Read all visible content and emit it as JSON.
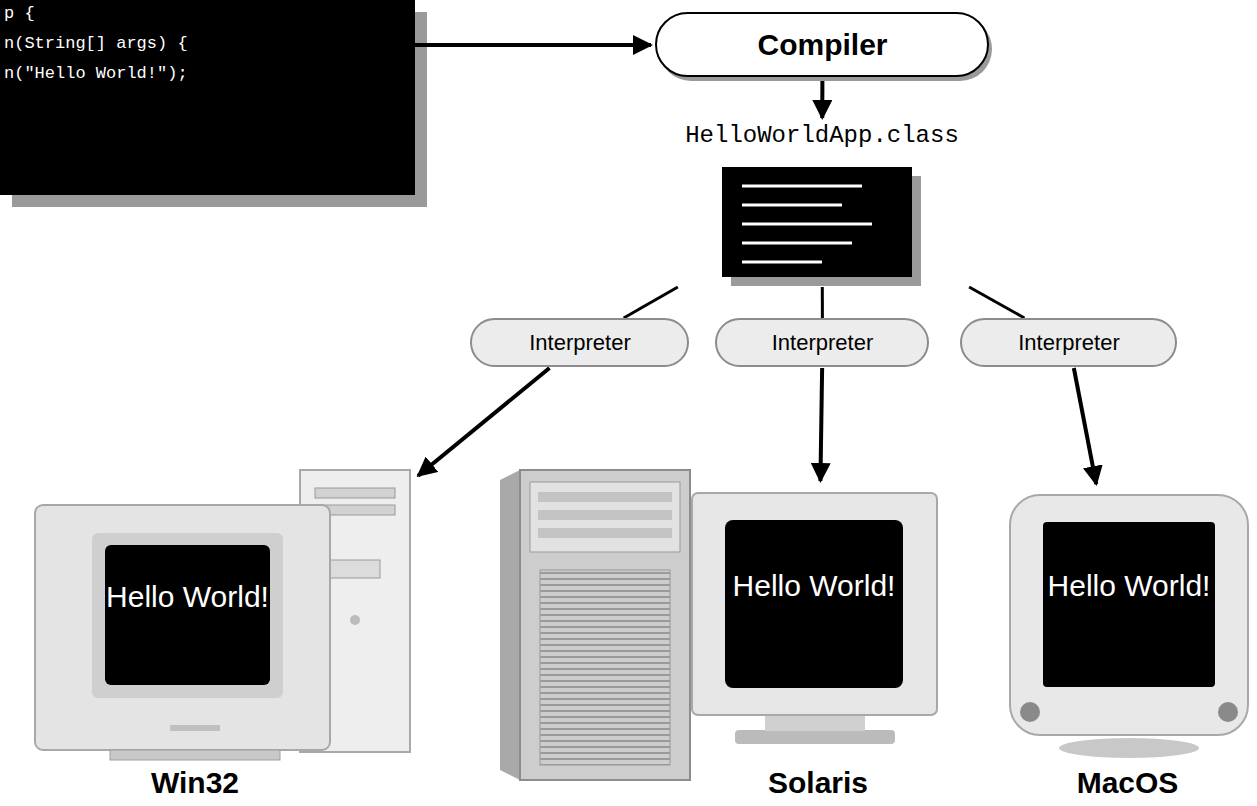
{
  "diagram": {
    "nodes": [
      {
        "text": [
          "p {",
          "n(String[] args) {",
          "n(\"Hello World!\");"
        ]
      },
      {
        "text": [
          "Compiler"
        ]
      },
      {
        "text": [
          "HelloWorldApp.class"
        ]
      },
      {
        "text": [
          "Interpreter"
        ]
      },
      {
        "text": [
          "Interpreter"
        ]
      },
      {
        "text": [
          "Interpreter"
        ]
      },
      {
        "text": [
          "Hello World!",
          "Win32"
        ]
      },
      {
        "text": [
          "Hello World!",
          "Solaris"
        ]
      },
      {
        "text": [
          "Hello World!",
          "MacOS"
        ]
      }
    ],
    "edges": [
      {
        "from": 0,
        "to": 1,
        "arrow": "to"
      },
      {
        "from": 1,
        "to": 2,
        "arrow": "to"
      },
      {
        "from": 2,
        "to": 3,
        "arrow": "none"
      },
      {
        "from": 2,
        "to": 4,
        "arrow": "none"
      },
      {
        "from": 2,
        "to": 5,
        "arrow": "none"
      },
      {
        "from": 3,
        "to": 6,
        "arrow": "to"
      },
      {
        "from": 4,
        "to": 7,
        "arrow": "to"
      },
      {
        "from": 5,
        "to": 8,
        "arrow": "to"
      }
    ]
  }
}
